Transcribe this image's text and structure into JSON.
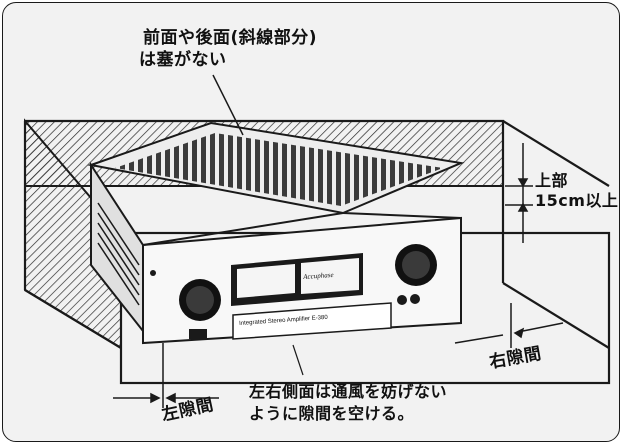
{
  "notes": {
    "top_line1": "前面や後面(斜線部分)",
    "top_line2": "は塞がない",
    "height_line1": "上部",
    "height_line2": "15cm以上",
    "side_line1": "左右側面は通風を妨げない",
    "side_line2": "ように隙間を空ける。",
    "gap_left": "左隙間",
    "gap_right": "右隙間"
  },
  "device": {
    "model_text": "Integrated Stereo Amplifier E-380",
    "brand_text": "Accuphase"
  },
  "colors": {
    "background": "#f2f2f2",
    "line": "#1a1a1a",
    "hatch": "#2b2b2b"
  }
}
